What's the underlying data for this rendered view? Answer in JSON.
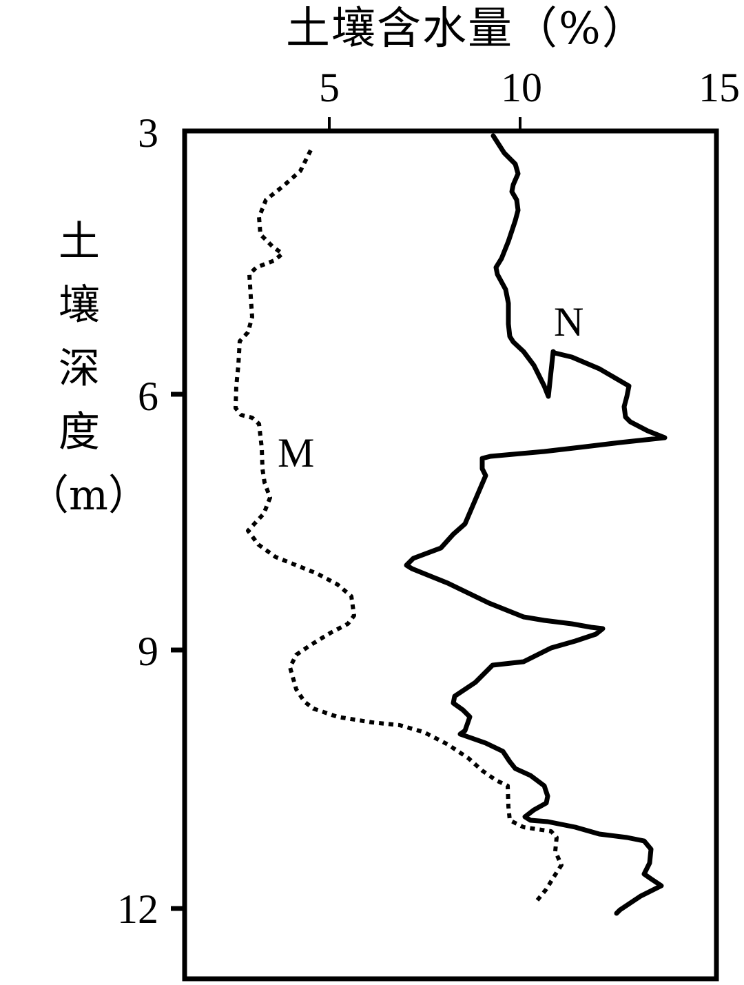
{
  "chart_data": {
    "type": "line",
    "title": "土壤含水量（%）",
    "xlabel": "土壤含水量（%）",
    "ylabel": "土壤深度（m）",
    "xlabel_position": "top",
    "x_ticks": [
      "5",
      "10",
      "15"
    ],
    "y_ticks": [
      "3",
      "6",
      "9",
      "12"
    ],
    "xlim": [
      1.2,
      15
    ],
    "ylim": [
      3,
      12.8
    ],
    "y_inverted": true,
    "grid": false,
    "legend": "inline labels (M near dotted curve, N near solid curve)",
    "series": [
      {
        "name": "M",
        "style": "dotted",
        "points": [
          {
            "moisture": 4.5,
            "depth": 3.2
          },
          {
            "moisture": 3.4,
            "depth": 3.8
          },
          {
            "moisture": 3.2,
            "depth": 4.1
          },
          {
            "moisture": 3.8,
            "depth": 4.4
          },
          {
            "moisture": 2.8,
            "depth": 4.7
          },
          {
            "moisture": 2.9,
            "depth": 5.3
          },
          {
            "moisture": 2.6,
            "depth": 5.6
          },
          {
            "moisture": 2.5,
            "depth": 6.2
          },
          {
            "moisture": 3.2,
            "depth": 6.3
          },
          {
            "moisture": 3.3,
            "depth": 6.9
          },
          {
            "moisture": 3.5,
            "depth": 7.2
          },
          {
            "moisture": 2.9,
            "depth": 7.6
          },
          {
            "moisture": 4.4,
            "depth": 8.0
          },
          {
            "moisture": 5.3,
            "depth": 8.3
          },
          {
            "moisture": 5.6,
            "depth": 8.7
          },
          {
            "moisture": 4.3,
            "depth": 9.0
          },
          {
            "moisture": 4.0,
            "depth": 9.3
          },
          {
            "moisture": 4.5,
            "depth": 9.7
          },
          {
            "moisture": 7.3,
            "depth": 10.0
          },
          {
            "moisture": 8.9,
            "depth": 10.4
          },
          {
            "moisture": 9.6,
            "depth": 10.7
          },
          {
            "moisture": 9.5,
            "depth": 11.1
          },
          {
            "moisture": 10.6,
            "depth": 11.2
          },
          {
            "moisture": 11.0,
            "depth": 11.5
          },
          {
            "moisture": 10.5,
            "depth": 11.9
          }
        ]
      },
      {
        "name": "N",
        "style": "solid",
        "points": [
          {
            "moisture": 9.4,
            "depth": 3.0
          },
          {
            "moisture": 10.0,
            "depth": 3.4
          },
          {
            "moisture": 9.8,
            "depth": 3.6
          },
          {
            "moisture": 9.9,
            "depth": 3.9
          },
          {
            "moisture": 9.4,
            "depth": 4.4
          },
          {
            "moisture": 9.7,
            "depth": 4.8
          },
          {
            "moisture": 9.7,
            "depth": 5.2
          },
          {
            "moisture": 10.4,
            "depth": 5.5
          },
          {
            "moisture": 10.8,
            "depth": 5.9
          },
          {
            "moisture": 12.6,
            "depth": 6.3
          },
          {
            "moisture": 12.6,
            "depth": 6.6
          },
          {
            "moisture": 13.5,
            "depth": 6.8
          },
          {
            "moisture": 9.1,
            "depth": 7.0
          },
          {
            "moisture": 9.2,
            "depth": 7.2
          },
          {
            "moisture": 8.3,
            "depth": 7.7
          },
          {
            "moisture": 7.1,
            "depth": 8.2
          },
          {
            "moisture": 9.7,
            "depth": 8.7
          },
          {
            "moisture": 11.9,
            "depth": 8.9
          },
          {
            "moisture": 9.2,
            "depth": 9.2
          },
          {
            "moisture": 8.4,
            "depth": 9.6
          },
          {
            "moisture": 8.9,
            "depth": 9.8
          },
          {
            "moisture": 8.5,
            "depth": 10.0
          },
          {
            "moisture": 9.8,
            "depth": 10.3
          },
          {
            "moisture": 10.5,
            "depth": 10.6
          },
          {
            "moisture": 10.5,
            "depth": 10.9
          },
          {
            "moisture": 10.0,
            "depth": 11.0
          },
          {
            "moisture": 12.4,
            "depth": 11.3
          },
          {
            "moisture": 13.2,
            "depth": 11.5
          },
          {
            "moisture": 12.9,
            "depth": 11.7
          },
          {
            "moisture": 13.2,
            "depth": 11.8
          },
          {
            "moisture": 12.3,
            "depth": 12.0
          }
        ]
      }
    ]
  },
  "labels": {
    "title": "土壤含水量（%）",
    "x_ticks": [
      "5",
      "10",
      "15"
    ],
    "y_ticks": [
      "3",
      "6",
      "9",
      "12"
    ],
    "ylabel_chars": [
      "土",
      "壤",
      "深",
      "度",
      "（m）"
    ],
    "series_m": "M",
    "series_n": "N"
  },
  "colors": {
    "line": "#000000",
    "background": "#ffffff"
  }
}
